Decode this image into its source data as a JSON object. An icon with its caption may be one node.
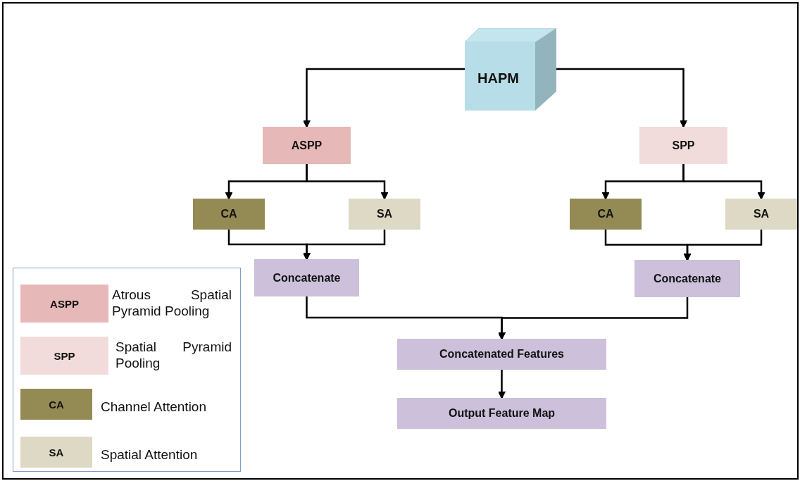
{
  "diagram": {
    "nodes": [
      {
        "text": [
          "HAPM"
        ]
      },
      {
        "text": [
          "ASPP"
        ]
      },
      {
        "text": [
          "SPP"
        ]
      },
      {
        "text": [
          "CA"
        ]
      },
      {
        "text": [
          "SA"
        ]
      },
      {
        "text": [
          "CA"
        ]
      },
      {
        "text": [
          "SA"
        ]
      },
      {
        "text": [
          "Concatenate"
        ]
      },
      {
        "text": [
          "Concatenate"
        ]
      },
      {
        "text": [
          "Concatenated Features"
        ]
      },
      {
        "text": [
          "Output Feature Map"
        ]
      }
    ],
    "edges": [
      {
        "from": 0,
        "to": 1,
        "arrow": "to"
      },
      {
        "from": 0,
        "to": 2,
        "arrow": "to"
      },
      {
        "from": 1,
        "to": 3,
        "arrow": "to"
      },
      {
        "from": 1,
        "to": 4,
        "arrow": "to"
      },
      {
        "from": 2,
        "to": 5,
        "arrow": "to"
      },
      {
        "from": 2,
        "to": 6,
        "arrow": "to"
      },
      {
        "from": 3,
        "to": 7,
        "arrow": "to"
      },
      {
        "from": 4,
        "to": 7,
        "arrow": "to"
      },
      {
        "from": 5,
        "to": 8,
        "arrow": "to"
      },
      {
        "from": 6,
        "to": 8,
        "arrow": "to"
      },
      {
        "from": 7,
        "to": 9,
        "arrow": "to"
      },
      {
        "from": 8,
        "to": 9,
        "arrow": "to"
      },
      {
        "from": 9,
        "to": 10,
        "arrow": "to"
      }
    ],
    "labels": [
      "ASPP",
      "SPP",
      "CA",
      "SA"
    ],
    "legend": [
      {
        "text": "Atrous Spatial Pyramid Pooling",
        "color": "#e6b8b7"
      },
      {
        "text": "Spatial Pyramid Pooling",
        "color": "#f2dcdb"
      },
      {
        "text": "Channel Attention",
        "color": "#948a54"
      },
      {
        "text": "Spatial Attention",
        "color": "#ddd9c4"
      }
    ]
  }
}
